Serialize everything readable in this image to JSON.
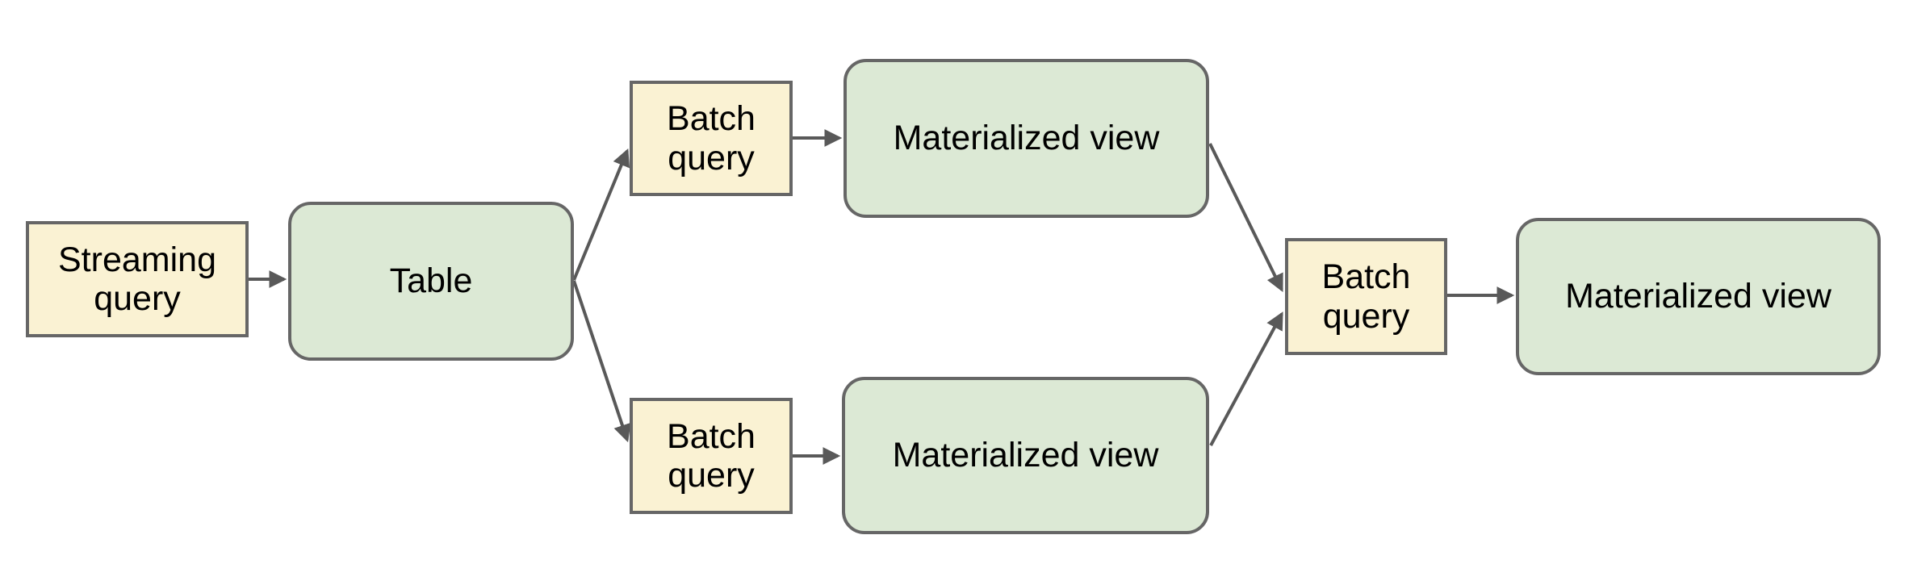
{
  "diagram": {
    "colors": {
      "background": "#ffffff",
      "query_fill": "#faf2d3",
      "dataset_fill": "#dce9d5",
      "node_border": "#666666",
      "connector": "#595959",
      "text": "#000000"
    },
    "nodes": [
      {
        "id": "streaming-query",
        "label": "Streaming query",
        "type": "query"
      },
      {
        "id": "table",
        "label": "Table",
        "type": "dataset"
      },
      {
        "id": "batch-query-top",
        "label": "Batch query",
        "type": "query"
      },
      {
        "id": "materialized-view-top",
        "label": "Materialized view",
        "type": "dataset"
      },
      {
        "id": "batch-query-bottom",
        "label": "Batch query",
        "type": "query"
      },
      {
        "id": "materialized-view-bottom",
        "label": "Materialized view",
        "type": "dataset"
      },
      {
        "id": "batch-query-center",
        "label": "Batch query",
        "type": "query"
      },
      {
        "id": "materialized-view-right",
        "label": "Materialized view",
        "type": "dataset"
      }
    ],
    "edges": [
      {
        "from": "streaming-query",
        "to": "table"
      },
      {
        "from": "table",
        "to": "batch-query-top"
      },
      {
        "from": "table",
        "to": "batch-query-bottom"
      },
      {
        "from": "batch-query-top",
        "to": "materialized-view-top"
      },
      {
        "from": "batch-query-bottom",
        "to": "materialized-view-bottom"
      },
      {
        "from": "materialized-view-top",
        "to": "batch-query-center"
      },
      {
        "from": "materialized-view-bottom",
        "to": "batch-query-center"
      },
      {
        "from": "batch-query-center",
        "to": "materialized-view-right"
      }
    ]
  }
}
